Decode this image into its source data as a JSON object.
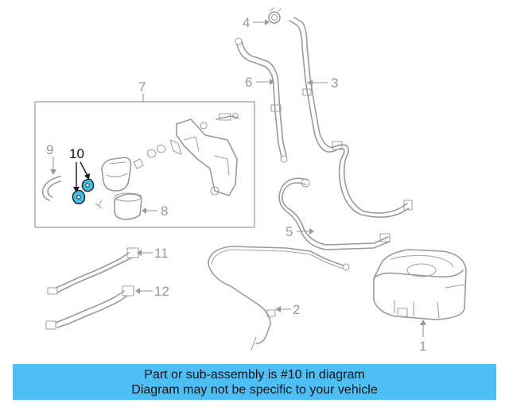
{
  "callouts": {
    "c1": "1",
    "c2": "2",
    "c3": "3",
    "c4": "4",
    "c5": "5",
    "c6": "6",
    "c7": "7",
    "c8": "8",
    "c9": "9",
    "c10": "10",
    "c11": "11",
    "c12": "12"
  },
  "highlight_color": "#3fbfe6",
  "banner": {
    "line1": "Part or sub-assembly is #10 in diagram",
    "line2": "Diagram may not be specific to your vehicle",
    "background": "#4dbff5"
  }
}
